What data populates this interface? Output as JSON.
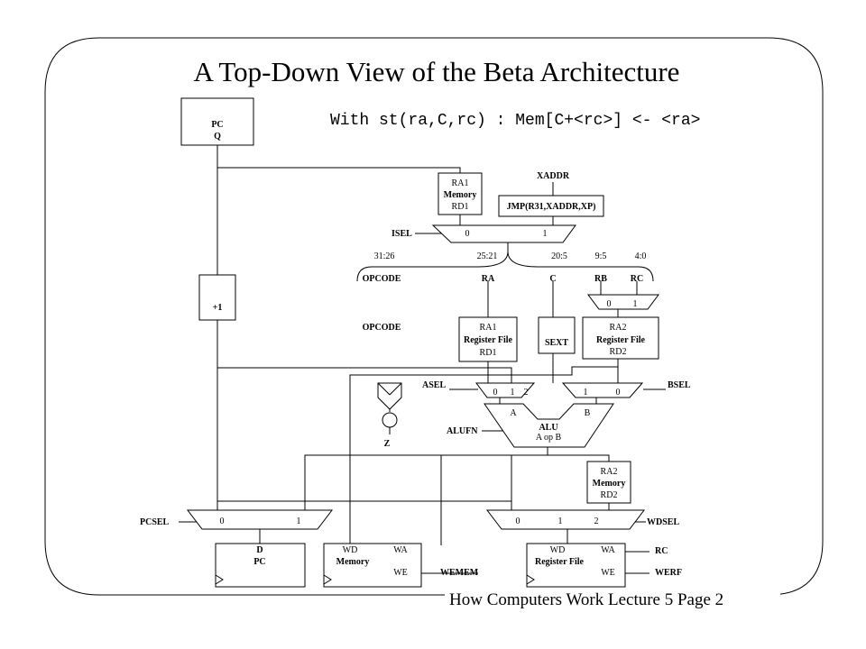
{
  "slide": {
    "title": "A Top-Down View of the Beta Architecture",
    "subtitle": "With st(ra,C,rc) : Mem[C+<rc>] <- <ra>",
    "footer": "How Computers Work Lecture 5 Page 2"
  },
  "blocks": {
    "pc_register": {
      "line1": "PC",
      "line2": "Q"
    },
    "incrementer": "+1",
    "instr_memory": {
      "line1": "RA1",
      "line2": "Memory",
      "line3": "RD1"
    },
    "jmp_box": "JMP(R31,XADDR,XP)",
    "regfile_read1": {
      "line1": "RA1",
      "line2": "Register File",
      "line3": "RD1"
    },
    "sext": "SEXT",
    "regfile_read2": {
      "line1": "RA2",
      "line2": "Register File",
      "line3": "RD2"
    },
    "alu": {
      "line1": "ALU",
      "line2": "A op B",
      "a": "A",
      "b": "B"
    },
    "data_memory_read": {
      "line1": "RA2",
      "line2": "Memory",
      "line3": "RD2"
    },
    "pc_load": {
      "line1": "D",
      "line2": "PC"
    },
    "data_memory_write": {
      "wd": "WD",
      "wa": "WA",
      "name": "Memory",
      "we": "WE"
    },
    "regfile_write": {
      "wd": "WD",
      "wa": "WA",
      "name": "Register File",
      "we": "WE"
    }
  },
  "signals": {
    "xaddr": "XADDR",
    "isel": "ISEL",
    "asel": "ASEL",
    "bsel": "BSEL",
    "alufn": "ALUFN",
    "pcsel": "PCSEL",
    "wdsel": "WDSEL",
    "wemem": "WEMEM",
    "rc": "RC",
    "werf": "WERF",
    "z": "Z"
  },
  "fields": {
    "bits": [
      "31:26",
      "25:21",
      "20:5",
      "9:5",
      "4:0"
    ],
    "names": [
      "OPCODE",
      "RA",
      "C",
      "RB",
      "RC"
    ],
    "opcode_out": "OPCODE"
  },
  "mux_inputs": {
    "isel": [
      "0",
      "1"
    ],
    "rb_rc": [
      "0",
      "1"
    ],
    "asel": [
      "0",
      "1",
      "2"
    ],
    "bsel": [
      "1",
      "0"
    ],
    "pcsel": [
      "0",
      "1"
    ],
    "wdsel": [
      "0",
      "1",
      "2"
    ]
  }
}
